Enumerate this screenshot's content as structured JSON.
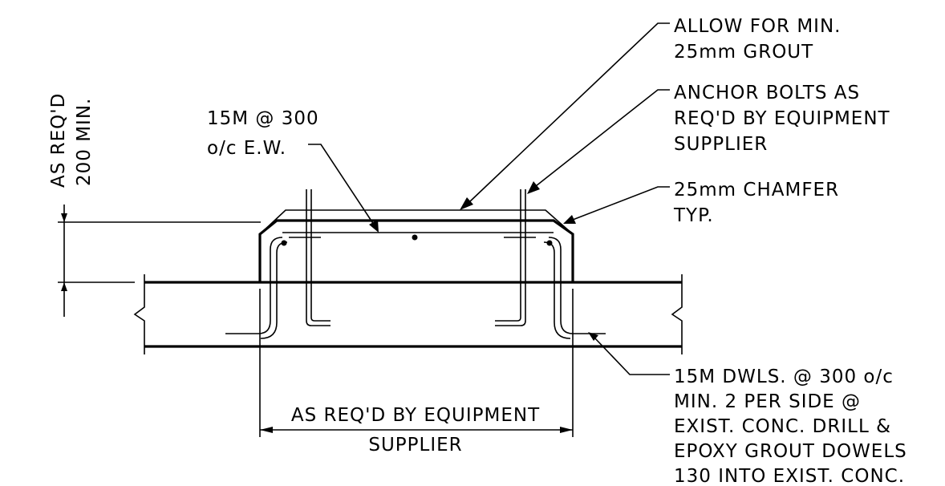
{
  "dimensions": {
    "height_left": "AS REQ'D",
    "height_right": "200 MIN.",
    "width_top": "AS REQ'D BY EQUIPMENT",
    "width_bottom": "SUPPLIER"
  },
  "callouts": {
    "grout": [
      "ALLOW FOR MIN.",
      "25mm GROUT"
    ],
    "anchor_bolts": [
      "ANCHOR BOLTS AS",
      "REQ'D BY EQUIPMENT",
      "SUPPLIER"
    ],
    "chamfer": [
      "25mm CHAMFER",
      "TYP."
    ],
    "rebar": [
      "15M @ 300",
      "o/c E.W."
    ],
    "dowels": [
      "15M DWLS. @ 300 o/c",
      "MIN. 2 PER SIDE @",
      "EXIST. CONC. DRILL &",
      "EPOXY GROUT DOWELS",
      "130 INTO EXIST. CONC."
    ]
  }
}
